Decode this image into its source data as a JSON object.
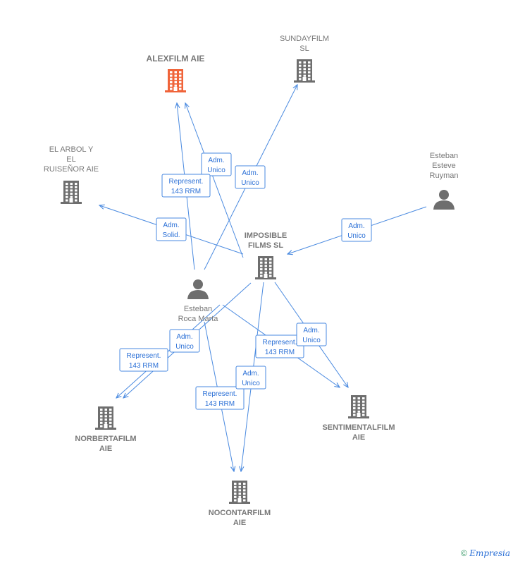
{
  "nodes": {
    "alexfilm": {
      "label": [
        "ALEXFILM  AIE"
      ],
      "kind": "company",
      "color": "#f0643a"
    },
    "sundayfilm": {
      "label": [
        "SUNDAYFILM",
        "SL"
      ],
      "kind": "company",
      "color": "#6e6e6e"
    },
    "elarbol": {
      "label": [
        "EL ARBOL Y",
        "EL",
        "RUISEÑOR AIE"
      ],
      "kind": "company",
      "color": "#6e6e6e"
    },
    "esteban_esteve": {
      "label": [
        "Esteban",
        "Esteve",
        "Ruyman"
      ],
      "kind": "person",
      "color": "#6e6e6e"
    },
    "imposible": {
      "label": [
        "IMPOSIBLE",
        "FILMS SL"
      ],
      "kind": "company",
      "color": "#6e6e6e"
    },
    "esteban_roca": {
      "label": [
        "Esteban",
        "Roca Marta"
      ],
      "kind": "person",
      "color": "#6e6e6e"
    },
    "norbertafilm": {
      "label": [
        "NORBERTAFILM",
        "AIE"
      ],
      "kind": "company",
      "color": "#6e6e6e"
    },
    "sentimentalfilm": {
      "label": [
        "SENTIMENTALFILM",
        "AIE"
      ],
      "kind": "company",
      "color": "#6e6e6e"
    },
    "nocontarfilm": {
      "label": [
        "NOCONTARFILM",
        "AIE"
      ],
      "kind": "company",
      "color": "#6e6e6e"
    }
  },
  "edges": [
    {
      "from": "imposible",
      "to": "alexfilm",
      "label": [
        "Adm.",
        "Unico"
      ]
    },
    {
      "from": "esteban_roca",
      "to": "alexfilm",
      "label": [
        "Represent.",
        "143 RRM"
      ]
    },
    {
      "from": "esteban_roca",
      "to": "sundayfilm",
      "label": [
        "Adm.",
        "Unico"
      ]
    },
    {
      "from": "imposible",
      "to": "elarbol",
      "label": [
        "Adm.",
        "Solid."
      ]
    },
    {
      "from": "esteban_esteve",
      "to": "imposible",
      "label": [
        "Adm.",
        "Unico"
      ]
    },
    {
      "from": "esteban_roca",
      "to": "norbertafilm",
      "label": [
        "Represent.",
        "143 RRM"
      ]
    },
    {
      "from": "imposible",
      "to": "norbertafilm",
      "label": [
        "Adm.",
        "Unico"
      ]
    },
    {
      "from": "esteban_roca",
      "to": "nocontarfilm",
      "label": [
        "Represent.",
        "143 RRM"
      ]
    },
    {
      "from": "imposible",
      "to": "nocontarfilm",
      "label": [
        "Adm.",
        "Unico"
      ]
    },
    {
      "from": "esteban_roca",
      "to": "sentimentalfilm",
      "label": [
        "Represent.",
        "143 RRM"
      ]
    },
    {
      "from": "imposible",
      "to": "sentimentalfilm",
      "label": [
        "Adm.",
        "Unico"
      ]
    }
  ],
  "colors": {
    "edge": "#4a8ae0",
    "edge_text": "#2a6fd6",
    "label_text": "#777777"
  },
  "credit": {
    "copyright": "©",
    "brand": "Empresia"
  }
}
